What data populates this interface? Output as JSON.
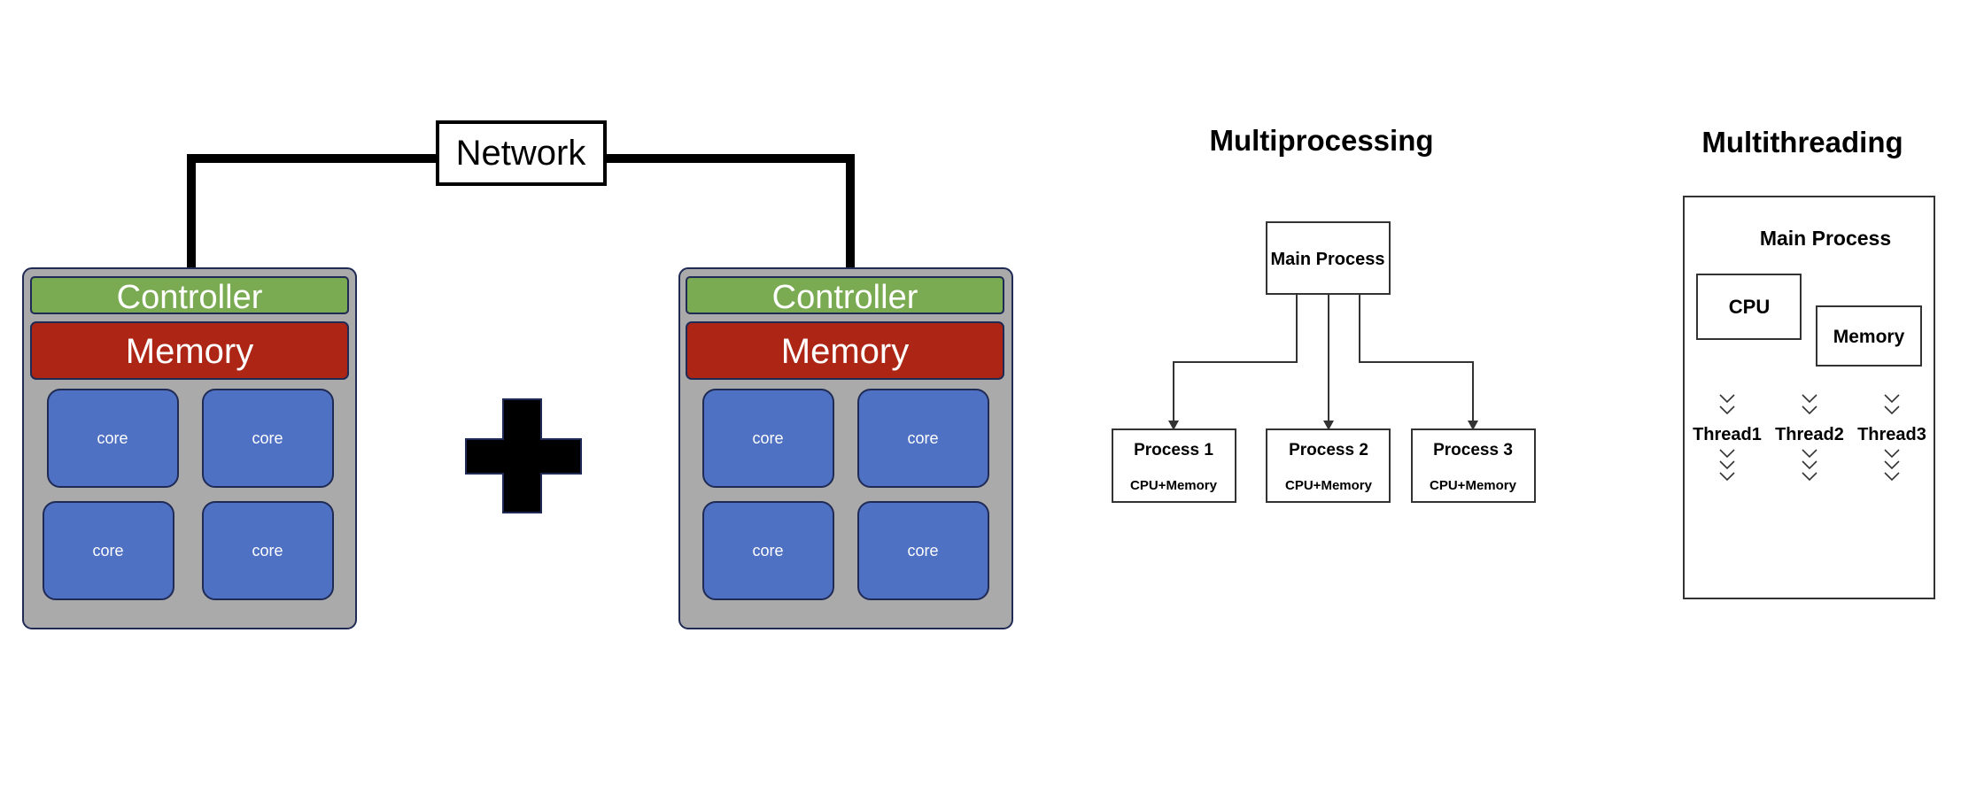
{
  "colors": {
    "controller": "#7aab52",
    "memory": "#ad2514",
    "core": "#4f71c4",
    "node": "#aaaaaa",
    "dark_border": "#1f2a55",
    "black": "#000000"
  },
  "cluster": {
    "network_label": "Network",
    "nodes": [
      {
        "controller_label": "Controller",
        "memory_label": "Memory",
        "cores": [
          "core",
          "core",
          "core",
          "core"
        ]
      },
      {
        "controller_label": "Controller",
        "memory_label": "Memory",
        "cores": [
          "core",
          "core",
          "core",
          "core"
        ]
      }
    ],
    "plus_icon": "plus-icon"
  },
  "multiprocessing": {
    "title": "Multiprocessing",
    "main_process": "Main Process",
    "processes": [
      {
        "label": "Process 1",
        "sub": "CPU+Memory"
      },
      {
        "label": "Process 2",
        "sub": "CPU+Memory"
      },
      {
        "label": "Process 3",
        "sub": "CPU+Memory"
      }
    ]
  },
  "multithreading": {
    "title": "Multithreading",
    "main_process": "Main Process",
    "cpu": "CPU",
    "memory": "Memory",
    "threads": [
      "Thread1",
      "Thread2",
      "Thread3"
    ],
    "chevron_icon": "chevron-down-icon"
  }
}
